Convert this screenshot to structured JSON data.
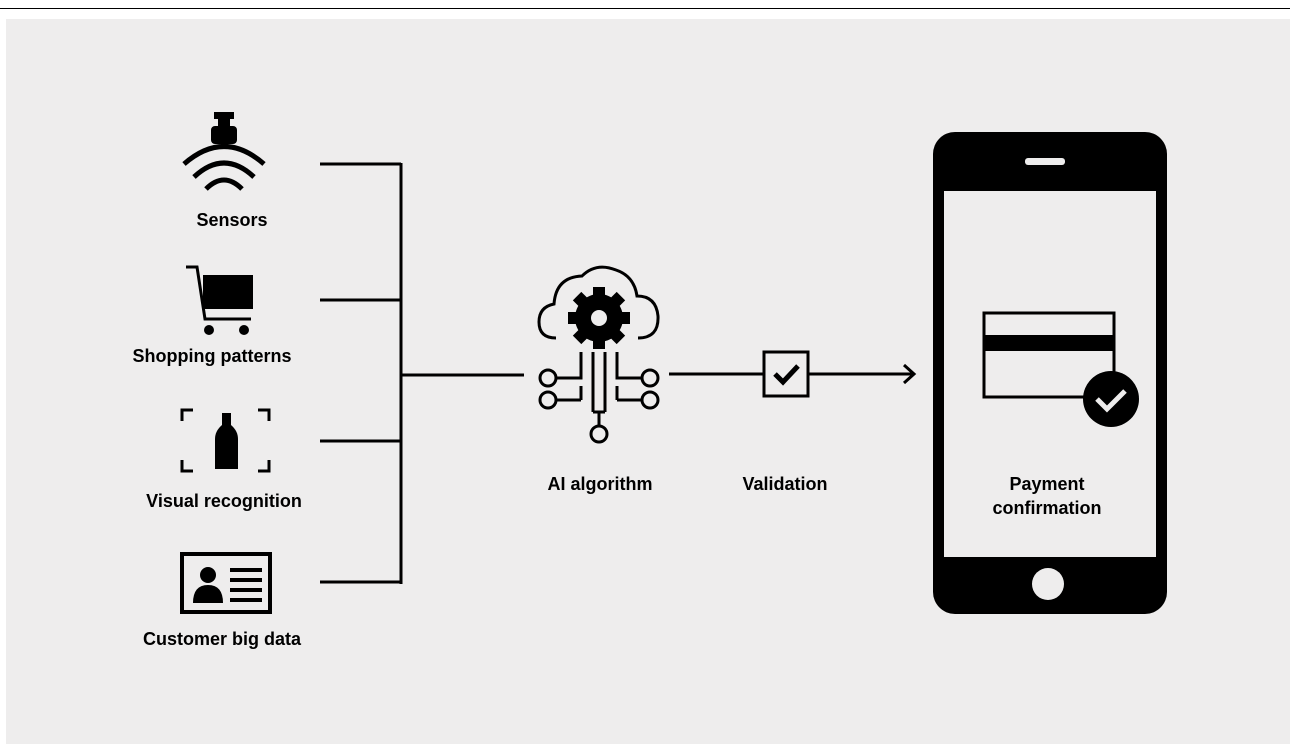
{
  "colors": {
    "background": "#eeeded",
    "ink": "#000000",
    "screen": "#eeeded"
  },
  "inputs": [
    {
      "label": "Sensors",
      "icon": "sensor-icon"
    },
    {
      "label": "Shopping patterns",
      "icon": "shopping-cart-icon"
    },
    {
      "label": "Visual recognition",
      "icon": "visual-recognition-icon"
    },
    {
      "label": "Customer big data",
      "icon": "customer-id-card-icon"
    }
  ],
  "algorithm": {
    "label": "AI algorithm",
    "icon": "ai-cloud-gear-icon"
  },
  "validation": {
    "label": "Validation",
    "icon": "checkbox-icon"
  },
  "payment": {
    "label_line1": "Payment",
    "label_line2": "confirmation",
    "icon": "credit-card-check-icon"
  }
}
